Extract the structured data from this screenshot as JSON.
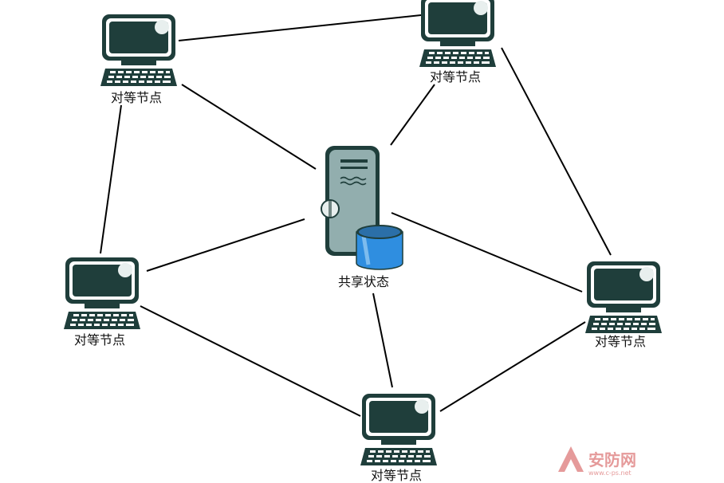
{
  "diagram": {
    "center_label": "共享状态",
    "peer_labels": [
      "对等节点",
      "对等节点",
      "对等节点",
      "对等节点",
      "对等节点"
    ]
  },
  "watermark": {
    "text": "安防网",
    "url": "www.c-ps.net"
  },
  "colors": {
    "screen": "#1f3e3b",
    "screen_highlight": "#e8efee",
    "server_body": "#92aeae",
    "database": "#2f8ee0",
    "line": "#000000",
    "watermark": "#e59a9a"
  }
}
